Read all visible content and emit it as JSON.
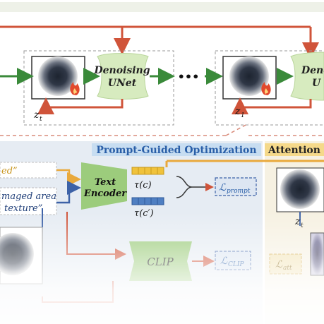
{
  "top": {
    "unet_label_line1": "Denoising",
    "unet_label_line2": "UNet",
    "ellipsis": "•••",
    "zt": "z",
    "zt_sub": "t",
    "z1": "z",
    "z1_sub": "1",
    "right_label_line1": "Deno",
    "right_label_line2": "U"
  },
  "middle": {
    "section_title": "Prompt-Guided  Optimization",
    "attention_title": "Attention",
    "prompt_left_1": "ed”",
    "prompt_left_2": "maged area",
    "prompt_left_3": "texture”",
    "text_encoder_line1": "Text",
    "text_encoder_line2": "Encoder",
    "tau_c": "τ(c)",
    "tau_c_prime": "τ(c′)",
    "loss_prompt": "ℒ",
    "loss_prompt_sub": "prompt",
    "clip_label": "CLIP",
    "loss_clip": "ℒ",
    "loss_clip_sub": "CLIP",
    "loss_att": "ℒ",
    "loss_att_sub": "att",
    "zt_right": "z",
    "zt_right_sub": "t"
  },
  "colors": {
    "red_arrow": "#d0543a",
    "green_arrow": "#3a8a3a",
    "unet_fill": "#d7ebbf",
    "encoder_fill": "#9ccc7c",
    "prompt_panel": "#e6ecf3",
    "section_title_bg": "#c7ddf1",
    "attention_bg": "#f5d98a",
    "yellow_vec": "#f0c23b",
    "blue_vec": "#4f7fc2",
    "orange_arrow": "#e9a93c",
    "blue_arrow": "#3d62a7"
  }
}
